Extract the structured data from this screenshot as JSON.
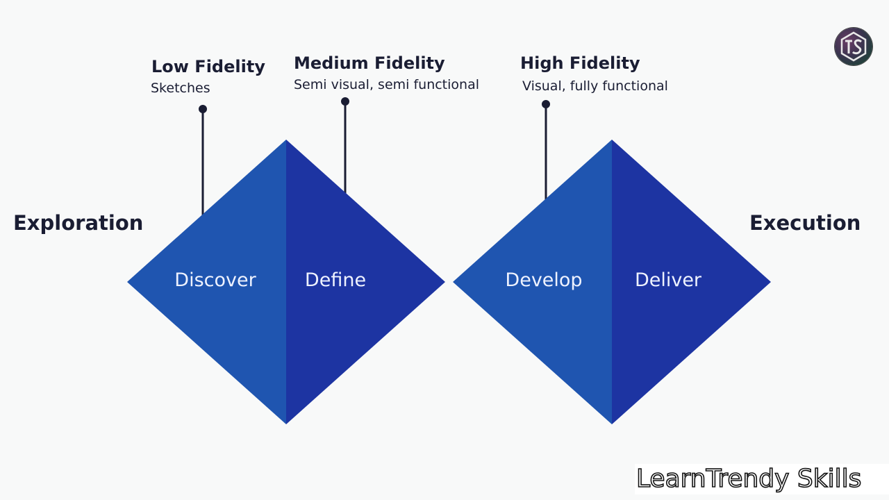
{
  "side_labels": {
    "left": "Exploration",
    "right": "Execution"
  },
  "fidelity": [
    {
      "title": "Low Fidelity",
      "subtitle": "Sketches"
    },
    {
      "title": "Medium Fidelity",
      "subtitle": "Semi visual, semi functional"
    },
    {
      "title": "High Fidelity",
      "subtitle": "Visual, fully functional"
    }
  ],
  "phases": [
    "Discover",
    "Define",
    "Develop",
    "Deliver"
  ],
  "colors": {
    "diamond_left_half": "#1f55b0",
    "diamond_right_half": "#1d34a2",
    "text_dark": "#1a1d33",
    "background": "#f8f9f9"
  },
  "watermark": "LearnTrendy Skills",
  "logo": {
    "icon": "ts-logo-icon",
    "letters": "TS"
  }
}
